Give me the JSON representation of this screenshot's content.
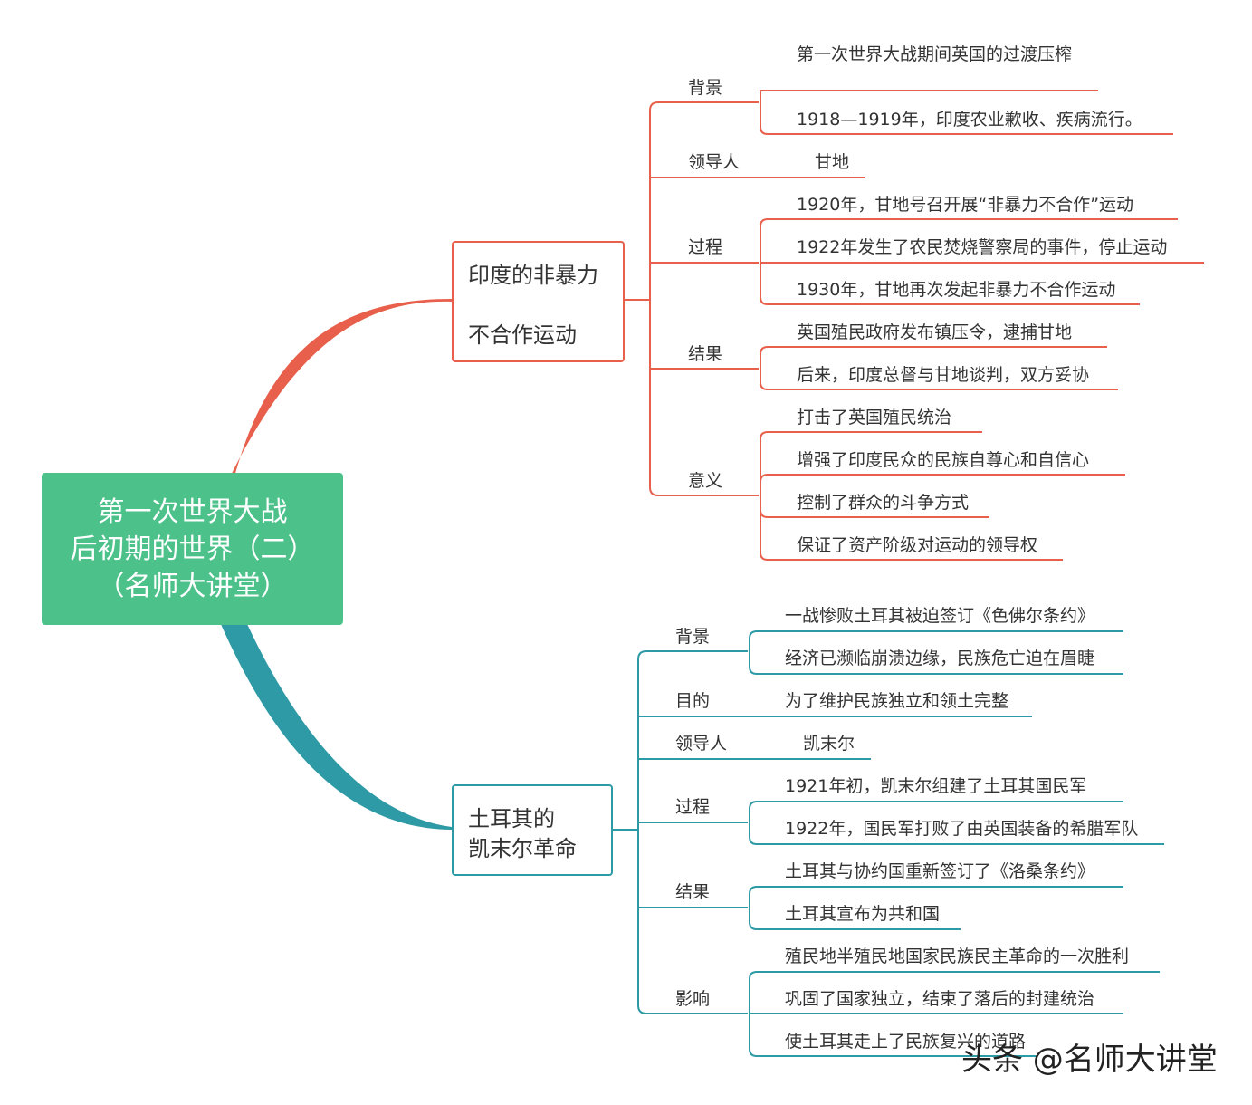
{
  "root": {
    "line1": "第一次世界大战",
    "line2": "后初期的世界（二）",
    "line3": "（名师大讲堂）"
  },
  "india": {
    "title_line1": "印度的非暴力",
    "title_line2": "不合作运动",
    "background_label": "背景",
    "background_items": [
      "第一次世界大战期间英国的过渡压榨",
      "1918—1919年，印度农业歉收、疾病流行。"
    ],
    "leader_label": "领导人",
    "leader": "甘地",
    "process_label": "过程",
    "process_items": [
      "1920年，甘地号召开展“非暴力不合作”运动",
      "1922年发生了农民焚烧警察局的事件，停止运动",
      "1930年，甘地再次发起非暴力不合作运动"
    ],
    "result_label": "结果",
    "result_items": [
      "英国殖民政府发布镇压令，逮捕甘地",
      "后来，印度总督与甘地谈判，双方妥协"
    ],
    "significance_label": "意义",
    "significance_items": [
      "打击了英国殖民统治",
      "增强了印度民众的民族自尊心和自信心",
      "控制了群众的斗争方式",
      "保证了资产阶级对运动的领导权"
    ]
  },
  "turkey": {
    "title_line1": "土耳其的",
    "title_line2": "凯末尔革命",
    "background_label": "背景",
    "background_items": [
      "一战惨败土耳其被迫签订《色佛尔条约》",
      "经济已濒临崩溃边缘，民族危亡迫在眉睫"
    ],
    "purpose_label": "目的",
    "purpose": "为了维护民族独立和领土完整",
    "leader_label": "领导人",
    "leader": "凯末尔",
    "process_label": "过程",
    "process_items": [
      "1921年初，凯末尔组建了土耳其国民军",
      "1922年，国民军打败了由英国装备的希腊军队"
    ],
    "result_label": "结果",
    "result_items": [
      "土耳其与协约国重新签订了《洛桑条约》",
      "土耳其宣布为共和国"
    ],
    "impact_label": "影响",
    "impact_items": [
      "殖民地半殖民地国家民族民主革命的一次胜利",
      "巩固了国家独立，结束了落后的封建统治",
      "使土耳其走上了民族复兴的道路"
    ]
  },
  "watermark": "头条 @名师大讲堂",
  "colors": {
    "root": "#4cc28a",
    "india_branch": "#e8604c",
    "turkey_branch": "#2e9aa5"
  }
}
